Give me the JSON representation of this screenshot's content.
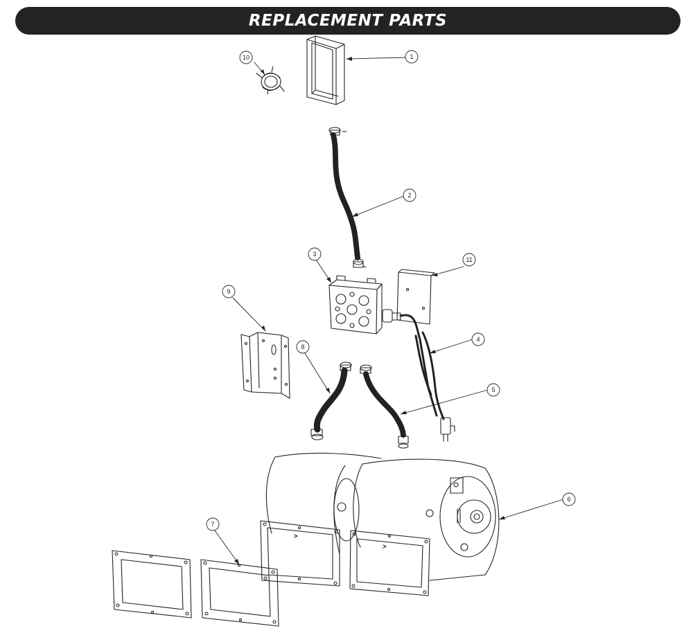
{
  "page": {
    "title": "REPLACEMENT PARTS"
  },
  "callouts": [
    {
      "id": "callout-1",
      "label": "1"
    },
    {
      "id": "callout-2",
      "label": "2"
    },
    {
      "id": "callout-3",
      "label": "3"
    },
    {
      "id": "callout-4",
      "label": "4"
    },
    {
      "id": "callout-5",
      "label": "5"
    },
    {
      "id": "callout-6",
      "label": "6"
    },
    {
      "id": "callout-7",
      "label": "7"
    },
    {
      "id": "callout-8",
      "label": "8"
    },
    {
      "id": "callout-9",
      "label": "9"
    },
    {
      "id": "callout-10",
      "label": "10"
    },
    {
      "id": "callout-11",
      "label": "11"
    }
  ],
  "colors": {
    "banner": "#232323",
    "banner_text": "#ffffff",
    "line": "#222222"
  }
}
